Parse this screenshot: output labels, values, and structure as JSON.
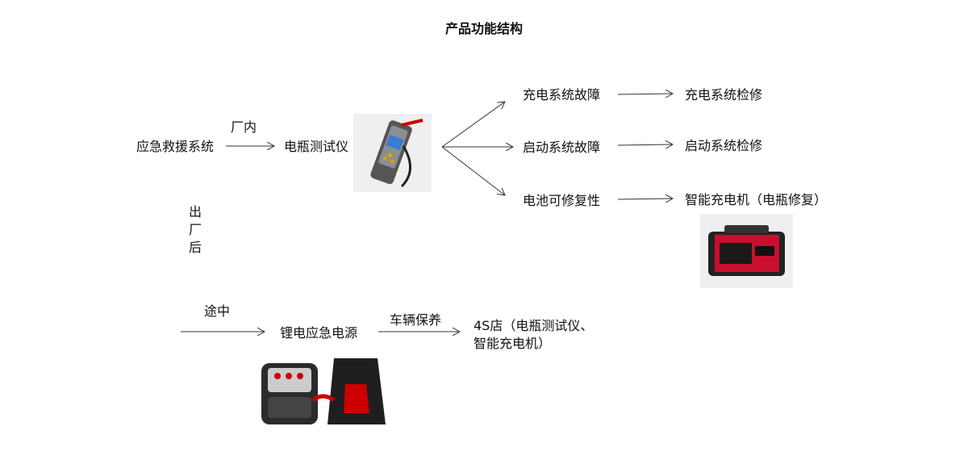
{
  "title": "产品功能结构",
  "nodes": {
    "rescue": "应急救援系统",
    "tester": "电瓶测试仪",
    "charge_fault": "充电系统故障",
    "start_fault": "启动系统故障",
    "battery_fix": "电池可修复性",
    "charge_repair": "充电系统检修",
    "start_repair": "启动系统检修",
    "smart_charger": "智能充电机（电瓶修复）",
    "lithium": "锂电应急电源",
    "shop_line1": "4S店（电瓶测试仪、",
    "shop_line2": "智能充电机）"
  },
  "labels": {
    "in_factory": "厂内",
    "out_factory": [
      "出",
      "厂",
      "后"
    ],
    "on_road": "途中",
    "maintenance": "车辆保养"
  }
}
